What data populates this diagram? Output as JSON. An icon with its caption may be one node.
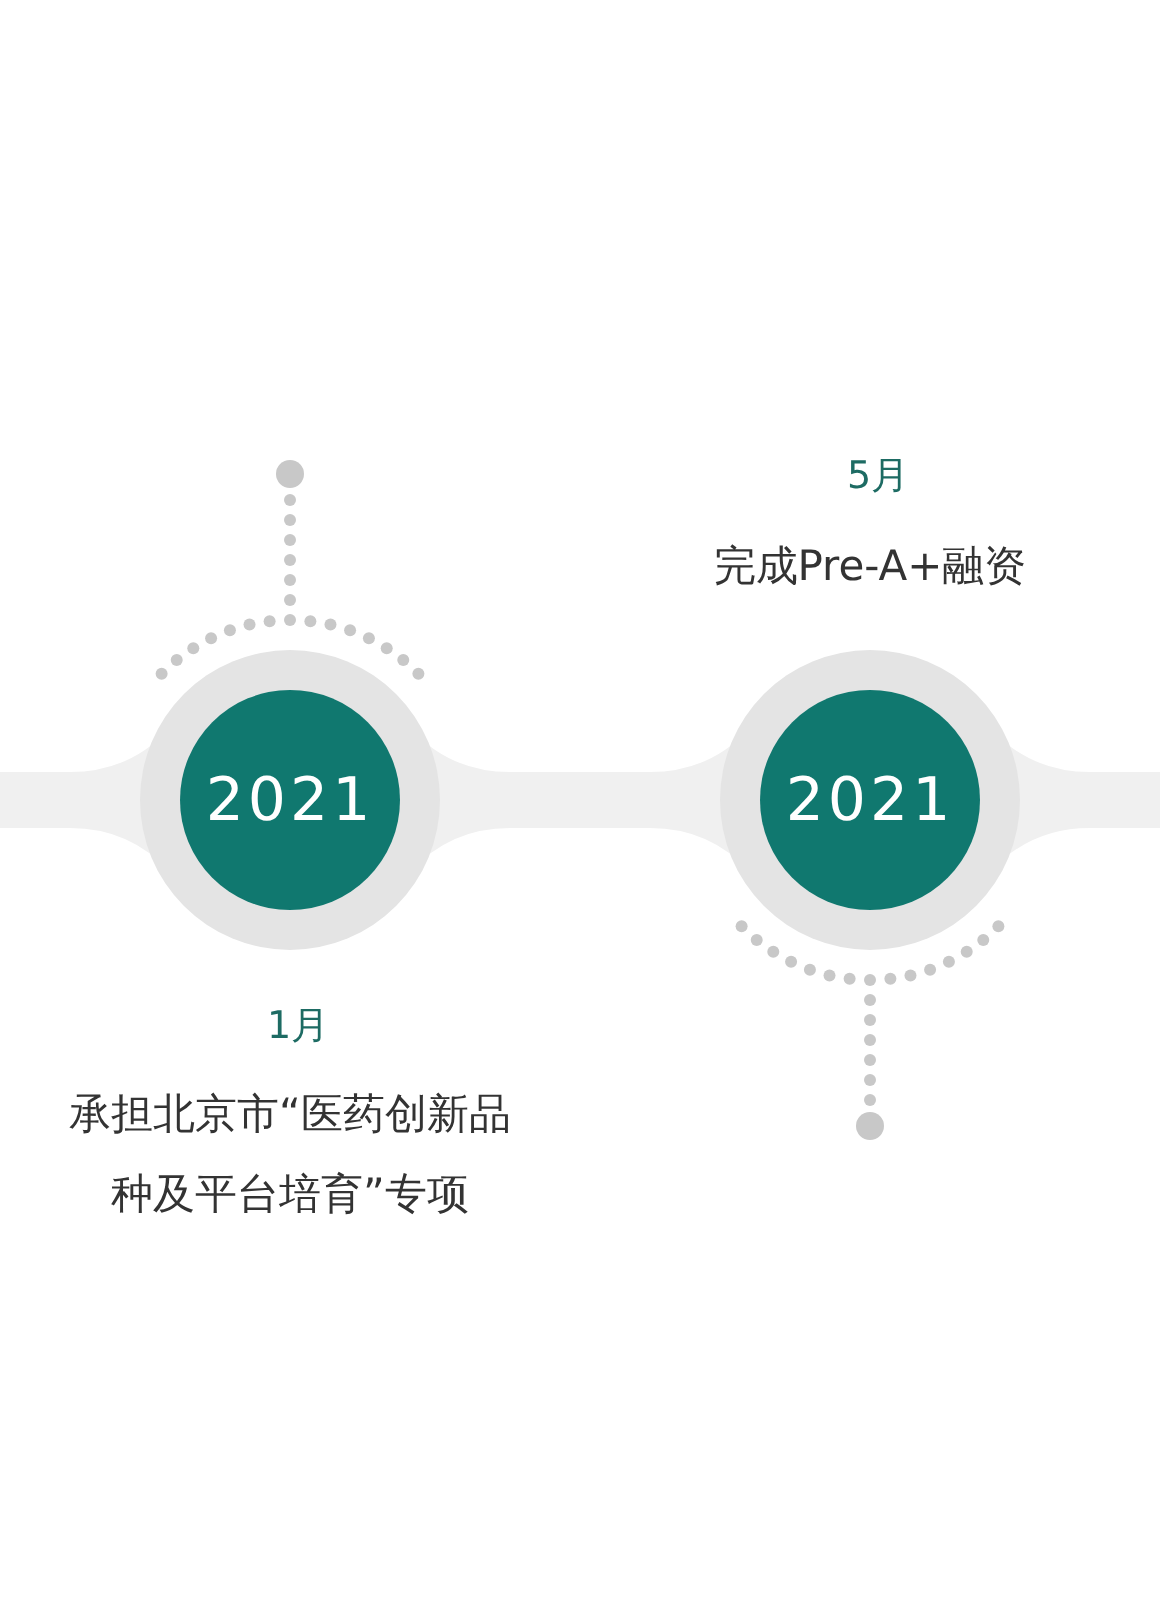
{
  "diagram": {
    "nodes": [
      {
        "text": [
          "2021"
        ],
        "beside": [
          "1月",
          "承担北京市“医药创新品种及平台培育”专项"
        ]
      },
      {
        "text": [
          "2021"
        ],
        "beside": [
          "5月",
          "完成Pre-A+融资"
        ]
      }
    ],
    "edges": [
      {
        "from": null,
        "to": 0,
        "arrow": "none"
      },
      {
        "from": 0,
        "to": 1,
        "arrow": "none"
      },
      {
        "from": 1,
        "to": null,
        "arrow": "none"
      }
    ]
  }
}
